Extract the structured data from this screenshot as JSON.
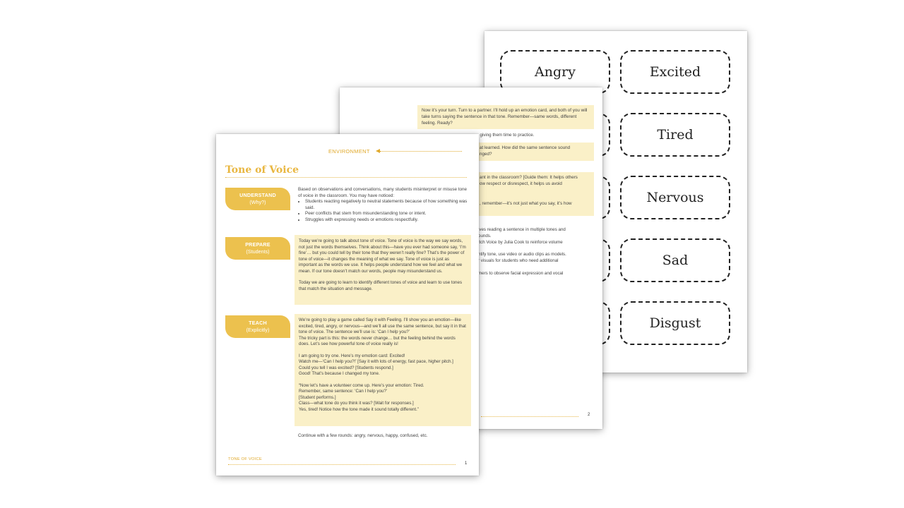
{
  "cards": [
    "Angry",
    "Excited",
    "Tired",
    "Nervous",
    "Sad",
    "Disgust"
  ],
  "page2": {
    "box1": "Now it’s your turn. Turn to a partner. I’ll hold up an emotion card, and both of you will take turns saying the sentence in that tone. Remember—same words, different feeling. Ready?",
    "line1": ", giving them time to practice.",
    "box2": "at learned. How did the same sentence sound\nnged?",
    "box3": "ant in the classroom? [Guide them: It helps others\now respect or disrespect, it helps us avoid",
    "box3b": ", remember—it’s not just what you say, it’s how",
    "text4": "lves reading a sentence in multiple tones and\nounds.\nitch Voice by Julia Cook to reinforce volume",
    "text5": "ntify tone, use video or audio clips as models.\nr visuals for students who need additional",
    "text6": "mers to observe facial expression and vocal",
    "page_number": "2"
  },
  "page1": {
    "env_label": "ENVIRONMENT",
    "title": "Tone of Voice",
    "understand": {
      "tab_title": "UNDERSTAND",
      "tab_sub": "(Why?)",
      "intro": "Based on observations and conversations, many students misinterpret or misuse tone of voice in the classroom. You may have noticed:",
      "bullets": [
        "Students reacting negatively to neutral statements because of how something was said.",
        "Peer conflicts that stem from misunderstanding tone or intent.",
        "Struggles with expressing needs or emotions respectfully."
      ]
    },
    "prepare": {
      "tab_title": "PREPARE",
      "tab_sub": "(Students)",
      "p1": "Today we’re going to talk about tone of voice. Tone of voice is the way we say words, not just the words themselves. Think about this—have you ever had someone say, ‘I’m fine’… but you could tell by their tone that they weren’t really fine? That’s the power of tone of voice—it changes the meaning of what we say. Tone of voice is just as important as the words we use. It helps people understand how we feel and what we mean. If our tone doesn’t match our words, people may misunderstand us.",
      "p2": "Today we are going to learn to identify different tones of voice and learn to use tones that match the situation and message."
    },
    "teach": {
      "tab_title": "TEACH",
      "tab_sub": "(Explicitly)",
      "p1": "We’re going to play a game called Say it with Feeling. I’ll show you an emotion—like excited, tired, angry, or nervous—and we’ll all use the same sentence, but say it in that tone of voice. The sentence we’ll use is: ‘Can I help you?’",
      "p1b": "The tricky part is this: the words never change… but the feeling behind the words does. Let’s see how powerful tone of voice really is!",
      "p2a": "I am going to try one. Here’s my emotion card: Excited!",
      "p2b": "Watch me—‘Can I help you?!’ [Say it with lots of energy, fast pace, higher pitch.]",
      "p2c": "Could you tell I was excited? [Students respond.]",
      "p2d": "Good! That’s because I changed my tone.",
      "p3a": "“Now let’s have a volunteer come up. Here’s your emotion: Tired.",
      "p3b": "Remember, same sentence: ‘Can I help you?’",
      "p3c": "[Student performs.]",
      "p3d": "Class—what tone do you think it was? [Wait for responses.]",
      "p3e": "Yes, tired! Notice how the tone made it sound totally different.”",
      "continue": "Continue with a few rounds: angry, nervous, happy, confused, etc."
    },
    "footer_label": "TONE OF VOICE",
    "page_number": "1"
  },
  "colors": {
    "accent": "#ecc14e",
    "shade": "#faf0c8"
  }
}
